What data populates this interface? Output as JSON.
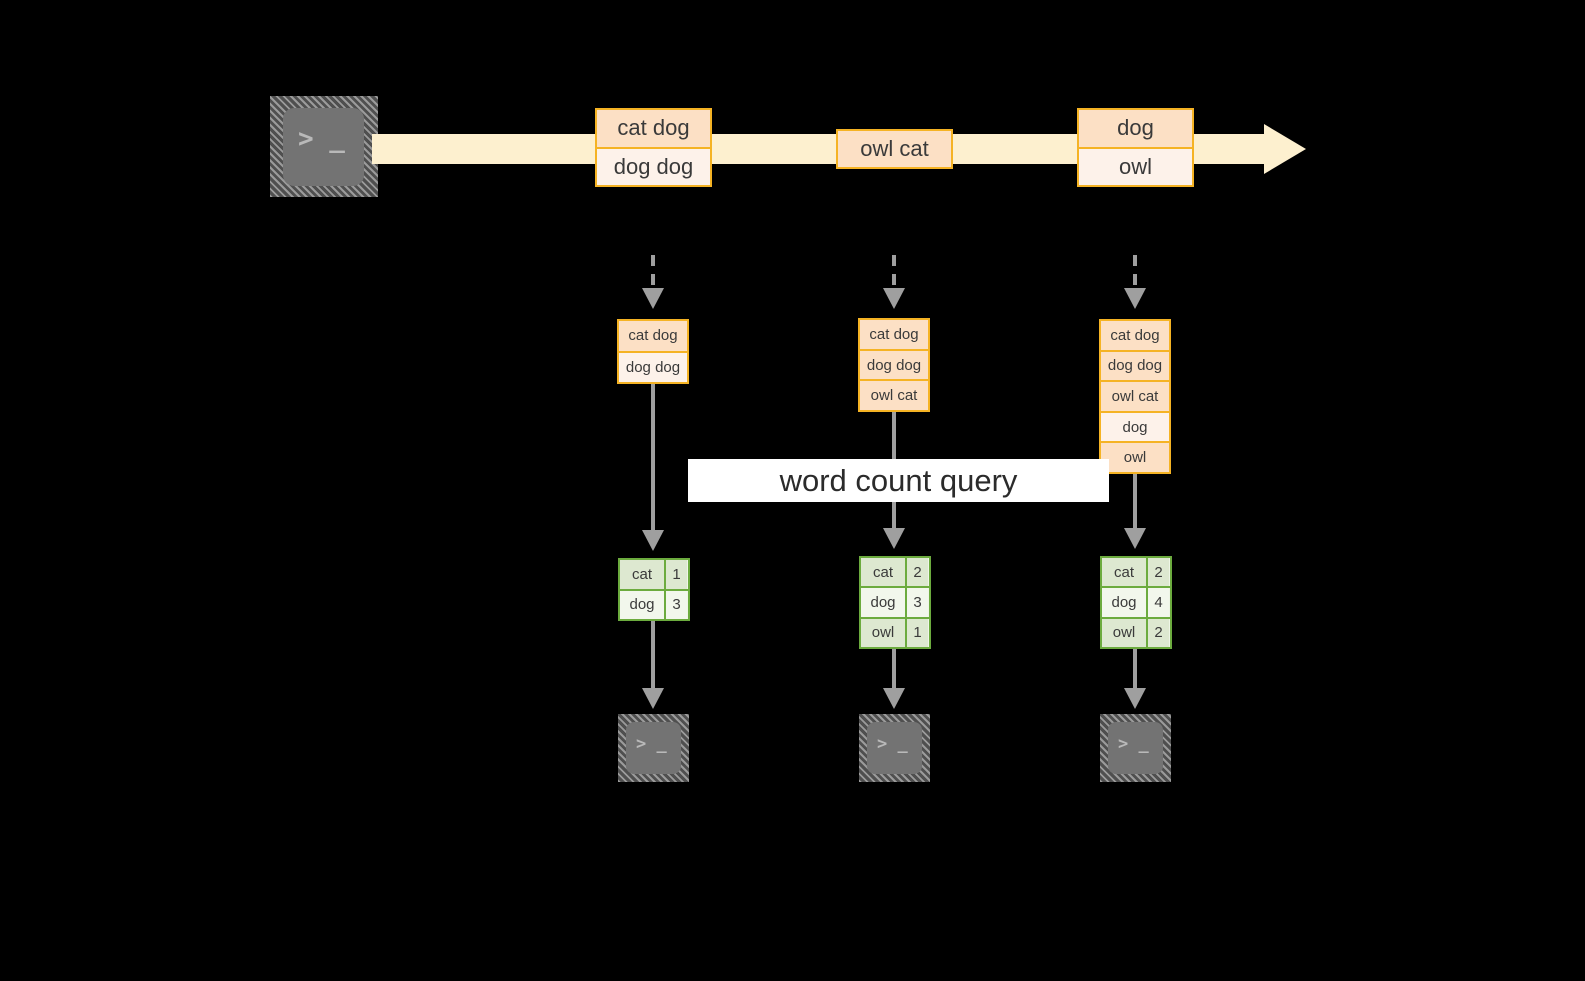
{
  "diagram": {
    "title_label": "word count query",
    "colors": {
      "background": "#000000",
      "stream_fill": "#fdf0cf",
      "record_border": "#f5b324",
      "record_fill_dark": "#fce0c5",
      "record_fill_light": "#fdf2ea",
      "result_border": "#6cab3e",
      "result_fill_dark": "#dde8d0",
      "result_fill_light": "#f2f7ec",
      "connector": "#9f9f9f",
      "terminal_fill": "#737373",
      "label_background": "#ffffff"
    },
    "source": {
      "icon": "terminal-icon",
      "prompt": "> _"
    },
    "stream": {
      "records": [
        {
          "lines": [
            "cat dog",
            "dog dog"
          ]
        },
        {
          "lines": [
            "owl cat"
          ]
        },
        {
          "lines": [
            "dog",
            "owl"
          ]
        }
      ]
    },
    "snapshots": [
      {
        "id": "snapshot-1",
        "accumulated": [
          "cat dog",
          "dog dog"
        ],
        "counts": [
          {
            "word": "cat",
            "count": "1"
          },
          {
            "word": "dog",
            "count": "3"
          }
        ],
        "sink": {
          "icon": "terminal-icon",
          "prompt": "> _"
        }
      },
      {
        "id": "snapshot-2",
        "accumulated": [
          "cat dog",
          "dog dog",
          "owl cat"
        ],
        "counts": [
          {
            "word": "cat",
            "count": "2"
          },
          {
            "word": "dog",
            "count": "3"
          },
          {
            "word": "owl",
            "count": "1"
          }
        ],
        "sink": {
          "icon": "terminal-icon",
          "prompt": "> _"
        }
      },
      {
        "id": "snapshot-3",
        "accumulated": [
          "cat dog",
          "dog dog",
          "owl cat",
          "dog",
          "owl"
        ],
        "counts": [
          {
            "word": "cat",
            "count": "2"
          },
          {
            "word": "dog",
            "count": "4"
          },
          {
            "word": "owl",
            "count": "2"
          }
        ],
        "sink": {
          "icon": "terminal-icon",
          "prompt": "> _"
        }
      }
    ]
  }
}
